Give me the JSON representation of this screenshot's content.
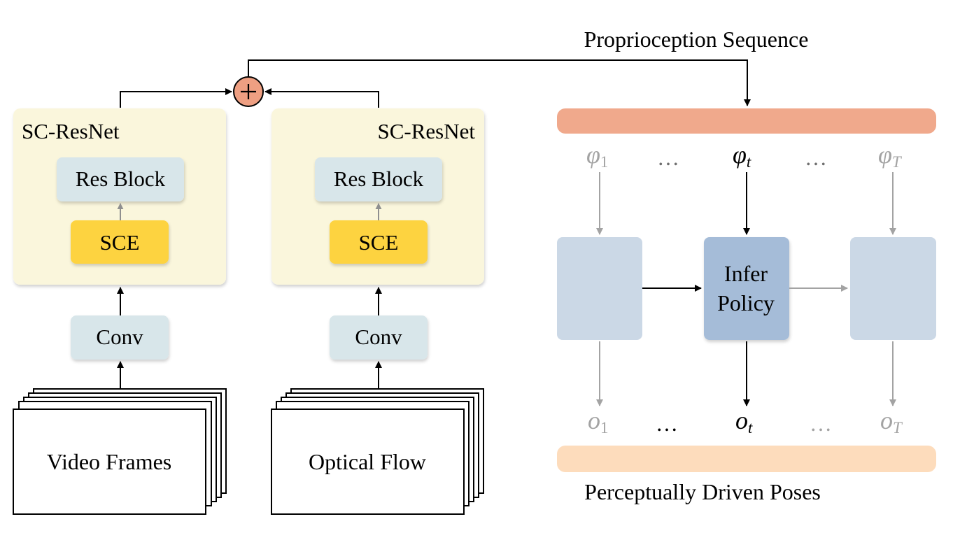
{
  "top_label": "Proprioception Sequence",
  "bottom_label": "Perceptually Driven Poses",
  "sum_symbol": "+",
  "left_branch": {
    "title": "SC-ResNet",
    "res_block": "Res Block",
    "sce": "SCE",
    "conv": "Conv",
    "input": "Video Frames"
  },
  "right_branch": {
    "title": "SC-ResNet",
    "res_block": "Res Block",
    "sce": "SCE",
    "conv": "Conv",
    "input": "Optical Flow"
  },
  "policy": {
    "line1": "Infer",
    "line2": "Policy"
  },
  "phi": {
    "symbol": "φ",
    "first_sub": "1",
    "mid_sub": "t",
    "last_sub": "T",
    "ellipsis": "…"
  },
  "o": {
    "symbol": "o",
    "first_sub": "1",
    "mid_sub": "t",
    "last_sub": "T",
    "ellipsis": "…"
  },
  "colors": {
    "panel": "#faf6dc",
    "res_block": "#d8e6ea",
    "sce": "#fdd33f",
    "conv": "#d8e6ea",
    "sum_fill": "#ee9f82",
    "top_bar": "#f0a98c",
    "bottom_bar": "#fddcbc",
    "policy_active": "#a5bcd8",
    "policy_faded": "#cbd8e6",
    "faded_stroke": "#a3a3a3"
  }
}
